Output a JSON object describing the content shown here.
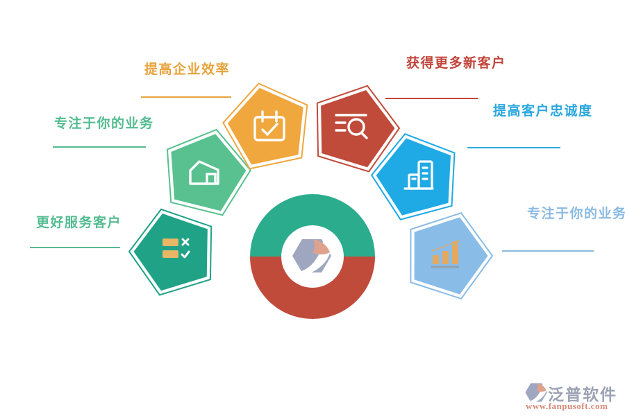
{
  "diagram": {
    "type": "circular-benefits-infographic",
    "center": {
      "top_color": "#2BAD8D",
      "bottom_color": "#C14B3B",
      "logo_icon": "fanpusoft-logo-icon"
    },
    "pentagons": [
      {
        "id": "better-service",
        "label": "更好服务客户",
        "fill": "#20A287",
        "label_color": "#53BC90",
        "icon": "checklist-icon"
      },
      {
        "id": "focus-business-left",
        "label": "专注于你的业务",
        "fill": "#59C08F",
        "label_color": "#53BC90",
        "icon": "warehouse-icon"
      },
      {
        "id": "efficiency",
        "label": "提高企业效率",
        "fill": "#EFA73E",
        "label_color": "#E8A33C",
        "icon": "calendar-check-icon"
      },
      {
        "id": "new-customers",
        "label": "获得更多新客户",
        "fill": "#C04B3B",
        "label_color": "#C2453B",
        "icon": "search-customers-icon"
      },
      {
        "id": "customer-loyalty",
        "label": "提高客户忠诚度",
        "fill": "#1FA9E5",
        "label_color": "#2AA7DF",
        "icon": "office-building-icon"
      },
      {
        "id": "focus-business-right",
        "label": "专注于你的业务",
        "fill": "#89BCE7",
        "label_color": "#8ABAE3",
        "icon": "growth-chart-icon"
      }
    ],
    "icon_accent_colors": {
      "checklist_bars": "#E9B665",
      "chart_bars": "#E2A95F",
      "chart_baseline": "#93A0AC"
    },
    "watermark": {
      "brand": "泛普软件",
      "url": "www.fanpusoft.com",
      "brand_color": "#9CA2B4",
      "url_color": "#D8A878",
      "logo_icon": "fanpusoft-logo-icon"
    }
  }
}
